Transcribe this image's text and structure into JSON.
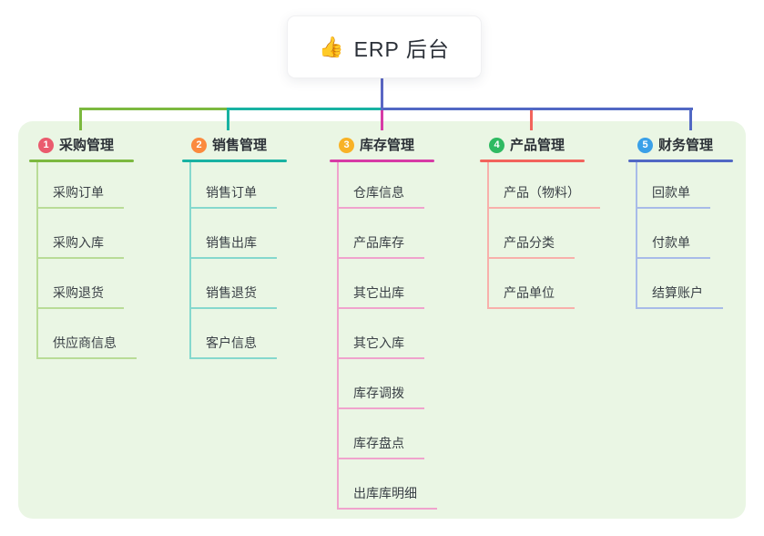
{
  "root": {
    "icon": "👍",
    "label": "ERP 后台"
  },
  "colors": {
    "trunk": "#5a66c4",
    "panel_bg": "#eaf6e4",
    "card_bg": "#ffffff",
    "header_text": "#2c3137",
    "child_text": "#3a4046"
  },
  "branches": [
    {
      "badge": "1",
      "label": "采购管理",
      "badge_color": "#ea5b6e",
      "line_color": "#7cb93f",
      "child_line_color": "#b9dc97",
      "children": [
        "采购订单",
        "采购入库",
        "采购退货",
        "供应商信息"
      ]
    },
    {
      "badge": "2",
      "label": "销售管理",
      "badge_color": "#fb8a3e",
      "line_color": "#18b2a2",
      "child_line_color": "#85d8cd",
      "children": [
        "销售订单",
        "销售出库",
        "销售退货",
        "客户信息"
      ]
    },
    {
      "badge": "3",
      "label": "库存管理",
      "badge_color": "#f8b226",
      "line_color": "#d73ba6",
      "child_line_color": "#f0a3cd",
      "children": [
        "仓库信息",
        "产品库存",
        "其它出库",
        "其它入库",
        "库存调拨",
        "库存盘点",
        "出库库明细"
      ]
    },
    {
      "badge": "4",
      "label": "产品管理",
      "badge_color": "#2fba62",
      "line_color": "#f2635c",
      "child_line_color": "#f8b0ab",
      "children": [
        "产品（物料）",
        "产品分类",
        "产品单位"
      ]
    },
    {
      "badge": "5",
      "label": "财务管理",
      "badge_color": "#3aa0e8",
      "line_color": "#5168c4",
      "child_line_color": "#a8bbe8",
      "children": [
        "回款单",
        "付款单",
        "结算账户"
      ]
    }
  ]
}
